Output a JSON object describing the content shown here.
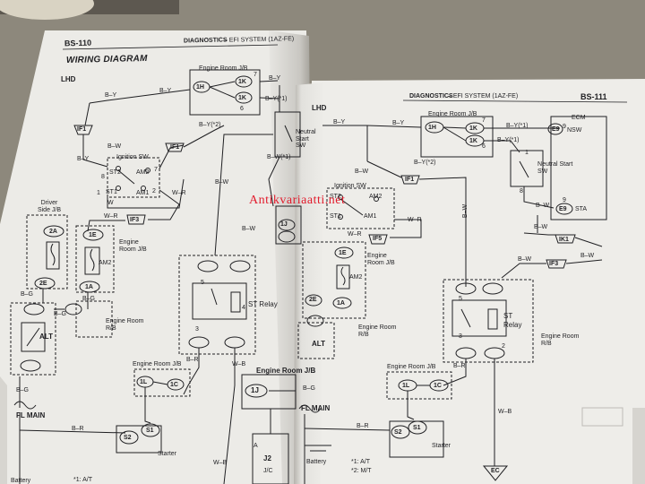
{
  "left_page": {
    "page_number": "BS-110",
    "header": "DIAGNOSTICS",
    "header_sub": "– EFI SYSTEM (1AZ-FE)",
    "title": "WIRING DIAGRAM",
    "lhd": "LHD",
    "labels": {
      "engine_room_jb_top": "Engine Room J/B",
      "b_y_1": "B–Y",
      "b_y_2": "B–Y",
      "b_y_3": "B–Y",
      "b_y_star1": "B–Y(*1)",
      "b_y_star2": "B–Y(*2)",
      "ig1": "IF1",
      "b_w_1": "B–W",
      "ignition_sw": "Ignition SW",
      "st2": "ST2",
      "am2_sw": "AM2",
      "st1": "ST1",
      "am1": "AM1",
      "w": "W",
      "w_r_1": "W–R",
      "w_r_2": "W–R",
      "if3": "IF3",
      "driver_side_jb": "Driver Side J/B",
      "c2a": "2A",
      "c2e": "2E",
      "c1e": "1E",
      "c1a": "1A",
      "am2_fuse": "AM2",
      "engine_room_jb_mid": "Engine Room J/B",
      "b_g_1": "B–G",
      "b_g_2": "B–G",
      "b_g_3": "B–G",
      "b_g_4": "B–G",
      "alt": "ALT",
      "engine_room_rb": "Engine Room R/B",
      "st_relay": "ST Relay",
      "b_w_2": "B–W",
      "b_w_3": "B–W",
      "b_w_star": "B–W(*1)",
      "neutral_start_sw": "Neutral Start SW",
      "engine_room_jb_bottom": "Engine Room J/B",
      "c1l": "1L",
      "c1c": "1C",
      "c1j": "1J",
      "b_r_1": "B–R",
      "b_r_2": "B–R",
      "w_b_1": "W–B",
      "w_b_2": "W–B",
      "fl_main": "FL MAIN",
      "s2": "S2",
      "s1": "S1",
      "starter": "Starter",
      "j2": "J2",
      "a": "A",
      "jc": "J/C",
      "battery": "Battery",
      "note1": "*1: A/T",
      "c1h": "1H",
      "c1k_a": "1K",
      "c1k_b": "1K",
      "n7": "7",
      "n6": "6",
      "n2": "2",
      "n3": "3",
      "n5": "5",
      "n1": "1",
      "n8": "8",
      "n4": "4"
    }
  },
  "right_page": {
    "page_number": "BS-111",
    "header": "DIAGNOSTICS",
    "header_sub": "– EFI SYSTEM (1AZ-FE)",
    "lhd": "LHD",
    "labels": {
      "engine_room_jb_top": "Engine Room J/B",
      "b_y_1": "B–Y",
      "b_y_2": "B–Y",
      "b_y_star1a": "B–Y(*1)",
      "b_y_star1b": "B–Y(*1)",
      "b_y_star2": "B–Y(*2)",
      "c1h": "1H",
      "c1k_a": "1K",
      "c1k_b": "1K",
      "ecm": "ECM",
      "e9": "E9",
      "nsw": "NSW",
      "neutral_start_sw": "Neutral Start SW",
      "if1": "IF1",
      "b_w_1": "B–W",
      "b_w_2": "B–W",
      "b_w_3": "B–W",
      "b_w_4": "B–W",
      "ignition_sw": "Ignition SW",
      "st2": "ST2",
      "am2_sw": "AM2",
      "st1": "ST1",
      "am1": "AM1",
      "w_r": "W–R",
      "w_r_2": "W–R",
      "if5": "IF5",
      "e9b": "E9",
      "sta": "STA",
      "ik1": "IK1",
      "if3": "IF3",
      "c2e": "2E",
      "c1e": "1E",
      "c1a": "1A",
      "am2_fuse": "AM2",
      "engine_room_jb_mid": "Engine Room J/B",
      "st_relay": "ST Relay",
      "alt": "ALT",
      "engine_room_rb_left": "Engine Room R/B",
      "engine_room_rb_right": "Engine Room R/B",
      "engine_room_jb_bottom": "Engine Room J/B",
      "c1l": "1L",
      "c1c": "1C",
      "b_g": "B–G",
      "b_r_1": "B–R",
      "b_r_2": "B–R",
      "w_b": "W–B",
      "fl_main": "FL MAIN",
      "s2": "S2",
      "s1": "S1",
      "starter": "Starter",
      "battery": "Battery",
      "note1": "*1: A/T",
      "note2": "*2: M/T",
      "ec": "EC",
      "n9": "9",
      "n9b": "9",
      "n8": "8",
      "n1": "1",
      "n2": "2",
      "n5": "5",
      "n3": "3",
      "n6": "6",
      "n7": "7"
    }
  },
  "watermark": "Antikvariaatti.net",
  "colors": {
    "background": "#8f8a7e",
    "paper": "#ecebe8",
    "ink": "#1f1f22",
    "watermark": "#e21b2c"
  }
}
